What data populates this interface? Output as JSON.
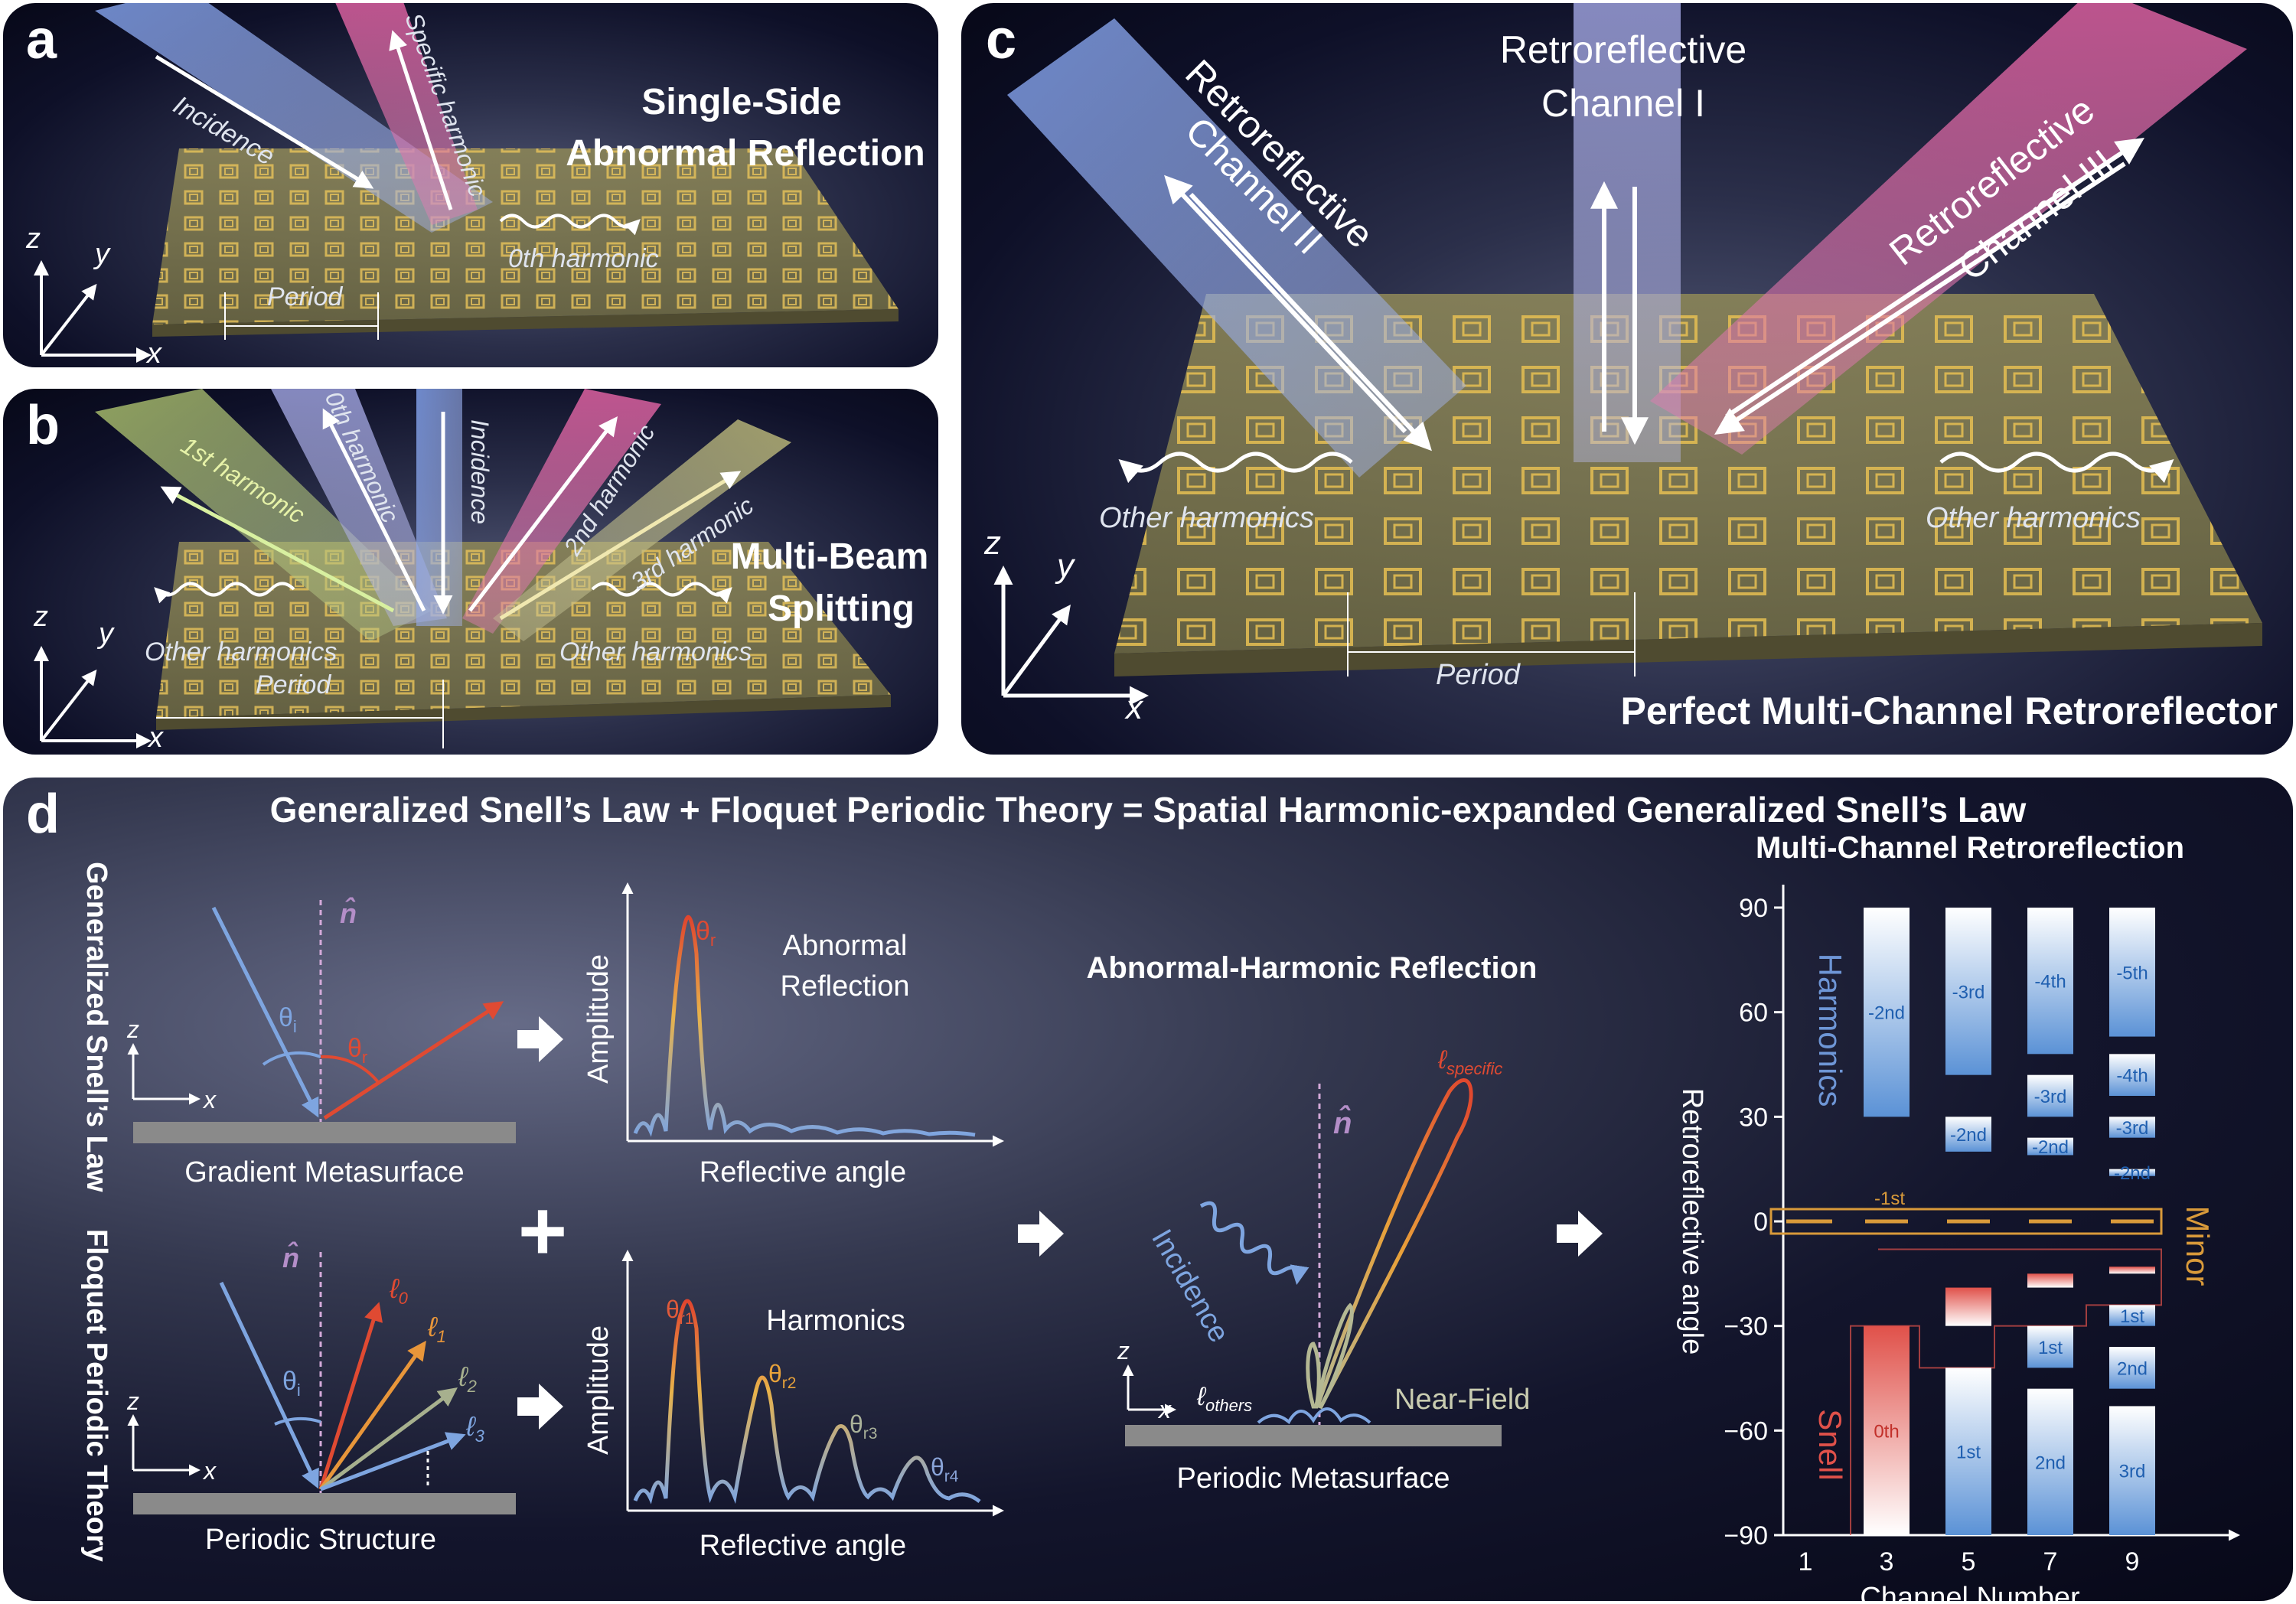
{
  "panel_a": {
    "letter": "a",
    "title_line1": "Single-Side",
    "title_line2": "Abnormal Reflection",
    "label_incidence": "Incidence",
    "label_specific": "Specific harmonic",
    "label_0th": "0th harmonic",
    "label_period": "Period",
    "axis_x": "x",
    "axis_y": "y",
    "axis_z": "z"
  },
  "panel_b": {
    "letter": "b",
    "title_line1": "Multi-Beam",
    "title_line2": "Splitting",
    "label_1st": "1st harmonic",
    "label_0th": "0th harmonic",
    "label_incidence": "Incidence",
    "label_2nd": "2nd harmonic",
    "label_3rd": "3rd harmonic",
    "label_other_left": "Other harmonics",
    "label_other_right": "Other harmonics",
    "label_period": "Period",
    "axis_x": "x",
    "axis_y": "y",
    "axis_z": "z"
  },
  "panel_c": {
    "letter": "c",
    "channel1_line1": "Retroreflective",
    "channel1_line2": "Channel I",
    "channel2_line1": "Retroreflective",
    "channel2_line2": "Channel II",
    "channel3_line1": "Retroreflective",
    "channel3_line2": "Channel III",
    "label_other_left": "Other harmonics",
    "label_other_right": "Other harmonics",
    "label_period": "Period",
    "title": "Perfect Multi-Channel Retroreflector",
    "axis_x": "x",
    "axis_y": "y",
    "axis_z": "z"
  },
  "panel_d": {
    "letter": "d",
    "equation": "Generalized Snell’s Law + Floquet Periodic Theory = Spatial Harmonic-expanded Generalized Snell’s Law",
    "side_label_top": "Generalized Snell’s Law",
    "side_label_bottom": "Floquet Periodic Theory",
    "normal_symbol": "n̂",
    "theta_i": "θ",
    "theta_i_sub": "i",
    "theta_r": "θ",
    "theta_r_sub": "r",
    "gradient_caption": "Gradient Metasurface",
    "periodic_caption": "Periodic Structure",
    "l0": "ℓ",
    "l0_sub": "0",
    "l1": "ℓ",
    "l1_sub": "1",
    "l2": "ℓ",
    "l2_sub": "2",
    "l3": "ℓ",
    "l3_sub": "3",
    "axis_x": "x",
    "axis_z": "z",
    "plot1_ylabel": "Amplitude",
    "plot1_xlabel": "Reflective angle",
    "plot1_note_line1": "Abnormal",
    "plot1_note_line2": "Reflection",
    "plot1_peak": "θ",
    "plot1_peak_sub": "r",
    "plot2_ylabel": "Amplitude",
    "plot2_xlabel": "Reflective angle",
    "plot2_note": "Harmonics",
    "plot2_peaks": [
      {
        "sym": "θ",
        "sub": "r1",
        "color": "#e05a3a"
      },
      {
        "sym": "θ",
        "sub": "r2",
        "color": "#e8a23a"
      },
      {
        "sym": "θ",
        "sub": "r3",
        "color": "#aab29a"
      },
      {
        "sym": "θ",
        "sub": "r4",
        "color": "#8aa4d8"
      }
    ],
    "middle_title": "Abnormal-Harmonic Reflection",
    "middle_specific": "ℓ",
    "middle_specific_sub": "specific",
    "middle_others": "ℓ",
    "middle_others_sub": "others",
    "middle_incidence": "Incidence",
    "middle_nearfield": "Near-Field",
    "middle_caption": "Periodic Metasurface",
    "plus_symbol": "+",
    "colors": {
      "red": "#e04a32",
      "orange": "#e8963a",
      "sage": "#a7b08e",
      "blue": "#7ea5e0",
      "purple": "#b48ec8"
    }
  },
  "chart_data": {
    "type": "bar",
    "title": "Multi-Channel Retroreflection",
    "xlabel": "Channel Number",
    "ylabel": "Retroreflective angle",
    "categories": [
      "1",
      "3",
      "5",
      "7",
      "9"
    ],
    "yticks": [
      "90",
      "60",
      "30",
      "0",
      "−30",
      "−60",
      "−90"
    ],
    "ylim": [
      -90,
      90
    ],
    "group_labels": {
      "harmonics": "Harmonics",
      "minor": "Minor",
      "snell": "Snell"
    },
    "minor_label": "-1st",
    "bars": [
      {
        "channel": 3,
        "label": "-2nd",
        "low": 30,
        "high": 90,
        "group": "harmonics"
      },
      {
        "channel": 3,
        "label": "0th",
        "low": -90,
        "high": -30,
        "group": "snell"
      },
      {
        "channel": 5,
        "label": "-3rd",
        "low": 42,
        "high": 90,
        "group": "harmonics"
      },
      {
        "channel": 5,
        "label": "-2nd",
        "low": 20,
        "high": 30,
        "group": "harmonics"
      },
      {
        "channel": 5,
        "label": "",
        "low": -30,
        "high": -19,
        "group": "snell"
      },
      {
        "channel": 5,
        "label": "1st",
        "low": -90,
        "high": -42,
        "group": "harmonics"
      },
      {
        "channel": 7,
        "label": "-4th",
        "low": 48,
        "high": 90,
        "group": "harmonics"
      },
      {
        "channel": 7,
        "label": "-3rd",
        "low": 30,
        "high": 42,
        "group": "harmonics"
      },
      {
        "channel": 7,
        "label": "-2nd",
        "low": 19,
        "high": 24,
        "group": "harmonics"
      },
      {
        "channel": 7,
        "label": "",
        "low": -19,
        "high": -15,
        "group": "snell"
      },
      {
        "channel": 7,
        "label": "1st",
        "low": -42,
        "high": -30,
        "group": "harmonics"
      },
      {
        "channel": 7,
        "label": "2nd",
        "low": -90,
        "high": -48,
        "group": "harmonics"
      },
      {
        "channel": 9,
        "label": "-5th",
        "low": 53,
        "high": 90,
        "group": "harmonics"
      },
      {
        "channel": 9,
        "label": "-4th",
        "low": 36,
        "high": 48,
        "group": "harmonics"
      },
      {
        "channel": 9,
        "label": "-3rd",
        "low": 24,
        "high": 30,
        "group": "harmonics"
      },
      {
        "channel": 9,
        "label": "-2nd",
        "low": 13,
        "high": 15,
        "group": "harmonics"
      },
      {
        "channel": 9,
        "label": "",
        "low": -15,
        "high": -13,
        "group": "snell"
      },
      {
        "channel": 9,
        "label": "1st",
        "low": -30,
        "high": -24,
        "group": "harmonics"
      },
      {
        "channel": 9,
        "label": "2nd",
        "low": -48,
        "high": -36,
        "group": "harmonics"
      },
      {
        "channel": 9,
        "label": "3rd",
        "low": -90,
        "high": -53,
        "group": "harmonics"
      }
    ],
    "grid": false,
    "colors": {
      "harmonics": "#4f86d1",
      "snell": "#e0514a",
      "minor": "#d99a3a"
    }
  }
}
